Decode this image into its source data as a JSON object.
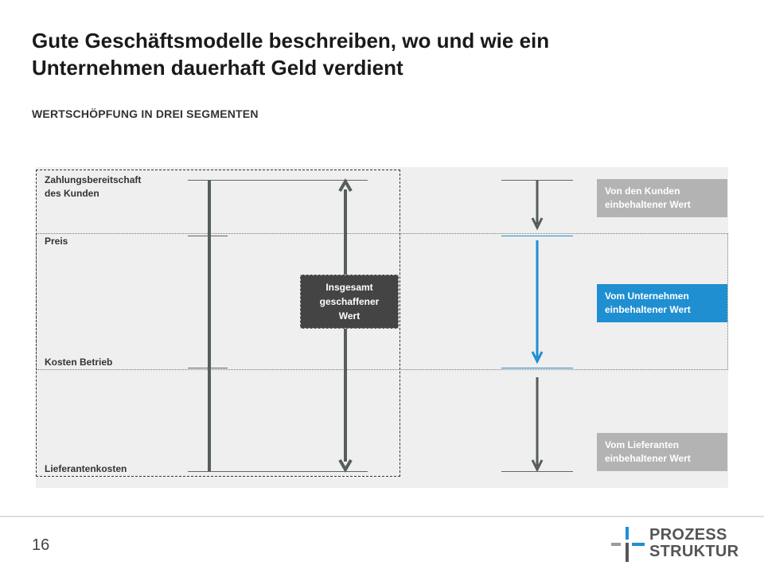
{
  "header": {
    "title": "Gute Geschäftsmodelle beschreiben, wo und wie ein\nUnternehmen dauerhaft Geld verdient",
    "subtitle": "WERTSCHÖPFUNG IN DREI SEGMENTEN"
  },
  "diagram": {
    "levels": {
      "willingness_to_pay": "Zahlungsbereitschaft\ndes Kunden",
      "price": "Preis",
      "operating_costs": "Kosten Betrieb",
      "supplier_costs": "Lieferantenkosten"
    },
    "total_value_label": "Insgesamt\ngeschaffener\nWert",
    "segments": {
      "customer": "Von den Kunden\neinbehaltener Wert",
      "company": "Vom Unternehmen\neinbehaltener Wert",
      "supplier": "Vom Lieferanten\neinbehaltener Wert"
    },
    "colors": {
      "panel": "#efefef",
      "arrow": "#555e5a",
      "accent_blue": "#1f8fd1",
      "company_box": "#1f8fd1",
      "grey_box": "#b3b3b3",
      "center_box": "#444444"
    }
  },
  "footer": {
    "page_number": "16",
    "logo_text": "PROZESS\nSTRUKTUR"
  }
}
